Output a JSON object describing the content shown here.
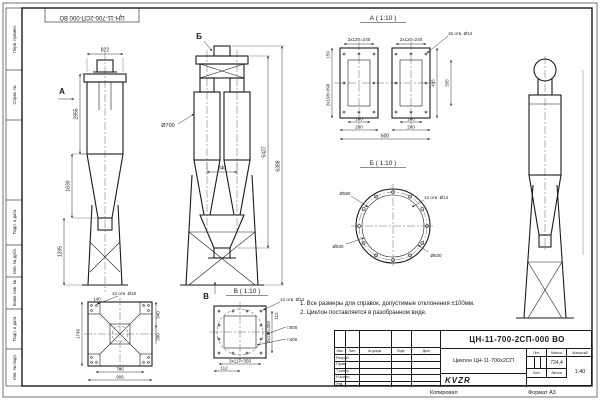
{
  "sheet": {
    "stamp_top": "ЦН-11-700-2СП-000 ВО",
    "margin_labels": [
      "Перв. примен.",
      "Справ. №",
      "Подп. и дата",
      "Инв. № дубл.",
      "Взам. инв. №",
      "Подп. и дата",
      "Инв. № подл."
    ],
    "footer_copied": "Копировал",
    "footer_format": "Формат А3"
  },
  "notes": {
    "line1": "1. Все размеры для справок, допустимые отклонения ±100мм.",
    "line2": "2. Циклон поставляется в разобранном виде."
  },
  "views": {
    "side": {
      "label": "А",
      "dim_822": "822",
      "dim_2955": "2955",
      "dim_1630": "1630",
      "dim_1205": "1205"
    },
    "front": {
      "label_top": "Б",
      "label_bottom": "В",
      "dim_d700": "Ø700",
      "dim_840": "840",
      "dim_5427": "5427",
      "dim_6388": "6388"
    },
    "detail_a": {
      "title": "А ( 1:10 )",
      "dim_240_l": "2x120=240",
      "dim_240_r": "2x120=240",
      "holes": "16 отв. Ø14",
      "dim_159": "159",
      "dim_396": "2x198=396",
      "dim_435": "435",
      "dim_335": "335",
      "dim_180_l": "180",
      "dim_280_l": "280",
      "dim_180_r": "180",
      "dim_280_r": "280",
      "dim_600": "600"
    },
    "detail_b": {
      "title": "Б ( 1:10 )",
      "dim_d590": "Ø590",
      "dim_d530": "Ø530",
      "dim_d630": "Ø630",
      "holes": "12 отв. Ø14"
    },
    "detail_v": {
      "title": "В ( 1:10 )",
      "holes": "12 отв. Ø14",
      "dim_112_b": "112",
      "dim_350_b": "3x117=350",
      "dim_112_r": "112",
      "dim_350_r": "3x117=350",
      "dim_sq500": "□500",
      "dim_sq400": "□400"
    },
    "base": {
      "holes": "12 отв. Ø18",
      "dim_140": "140",
      "dim_340": "340",
      "dim_200": "200",
      "dim_1746": "1746",
      "dim_706": "706",
      "dim_906": "906"
    }
  },
  "title_block": {
    "designation": "ЦН-11-700-2СП-000 ВО",
    "name": "Циклон ЦН-11-700х2СП",
    "col_lit": "Лит.",
    "col_mass": "Масса",
    "col_scale": "Масштаб",
    "mass": "724,4",
    "scale": "1:40",
    "sheet_label": "Лист",
    "sheets_label": "Листов",
    "header_cells": [
      "Изм.",
      "Лист",
      "№ докум.",
      "Подп.",
      "Дата"
    ],
    "rows": [
      "Разраб.",
      "Пров.",
      "Т.контр.",
      "Н.контр.",
      "Утв."
    ],
    "logo": "KVZR"
  }
}
